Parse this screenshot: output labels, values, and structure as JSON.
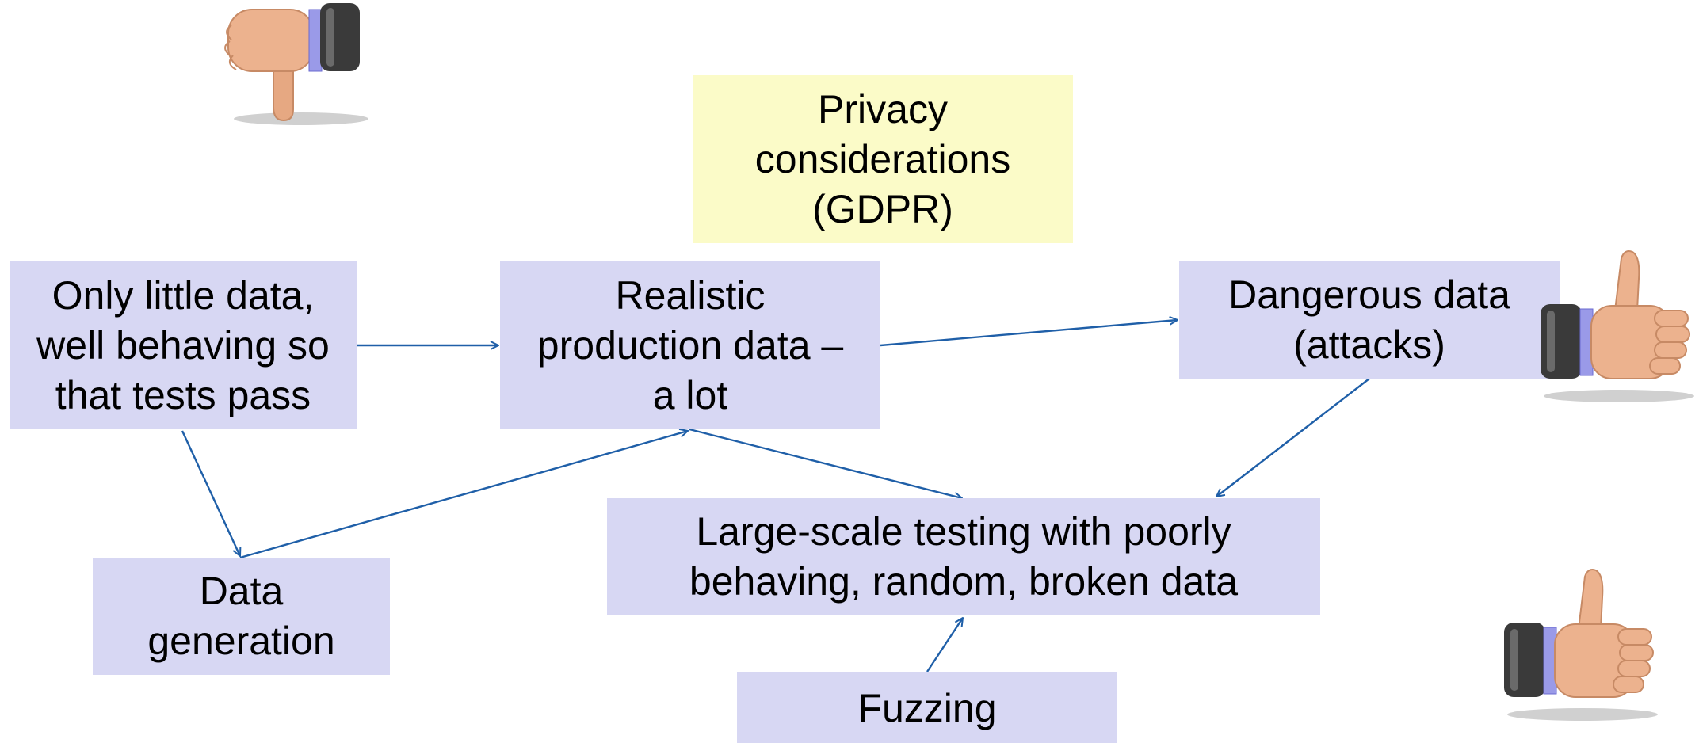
{
  "boxes": {
    "only_little": [
      "Only little data,",
      "well behaving so",
      "that tests pass"
    ],
    "realistic": [
      "Realistic",
      "production data –",
      "a lot"
    ],
    "privacy": [
      "Privacy",
      "considerations",
      "(GDPR)"
    ],
    "dangerous": [
      "Dangerous data",
      "(attacks)"
    ],
    "data_generation": [
      "Data",
      "generation"
    ],
    "large_scale": [
      "Large-scale testing with poorly",
      "behaving, random, broken data"
    ],
    "fuzzing": [
      "Fuzzing"
    ]
  },
  "icons": {
    "top_left": "thumbs-down-icon",
    "right_middle": "thumbs-up-icon",
    "bottom_right": "thumbs-up-icon"
  },
  "colors": {
    "box_blue": "#d7d7f3",
    "box_yellow": "#fbfbc8",
    "arrow": "#1f5fa8"
  }
}
